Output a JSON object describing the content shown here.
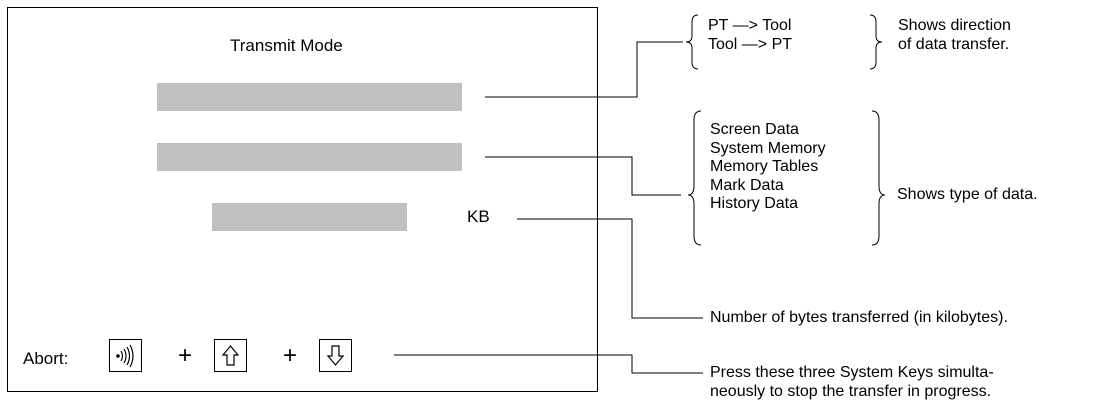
{
  "screen": {
    "title": "Transmit Mode",
    "kb_label": "KB",
    "abort_label": "Abort:",
    "plus_symbol": "+",
    "bar_color": "#c0c0c0",
    "keys": [
      {
        "icon": "transmit-signal-icon",
        "glyph": "•)))"
      },
      {
        "icon": "up-arrow-icon",
        "glyph": "⇧"
      },
      {
        "icon": "down-arrow-icon",
        "glyph": "⇩"
      }
    ]
  },
  "annotations": {
    "direction": {
      "options": [
        "PT —> Tool",
        "Tool —> PT"
      ],
      "description": [
        "Shows direction",
        "of data transfer."
      ]
    },
    "data_type": {
      "options": [
        "Screen Data",
        "System Memory",
        "Memory Tables",
        "Mark Data",
        "History Data"
      ],
      "description": "Shows type of data."
    },
    "bytes": "Number of bytes transferred (in kilobytes).",
    "abort": [
      "Press these three System Keys simulta-",
      "neously to stop the transfer in progress."
    ]
  }
}
